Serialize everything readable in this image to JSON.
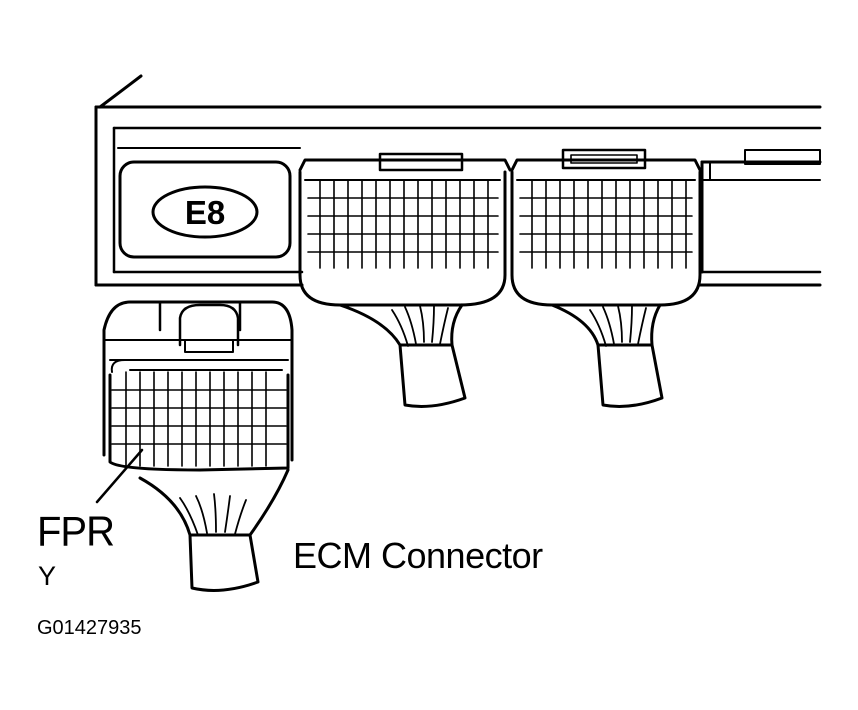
{
  "labels": {
    "connector_id": "E8",
    "terminal_name": "FPR",
    "wire_color": "Y",
    "title": "ECM Connector",
    "figure_code": "G01427935"
  },
  "colors": {
    "ink": "#000000",
    "paper": "#ffffff"
  }
}
